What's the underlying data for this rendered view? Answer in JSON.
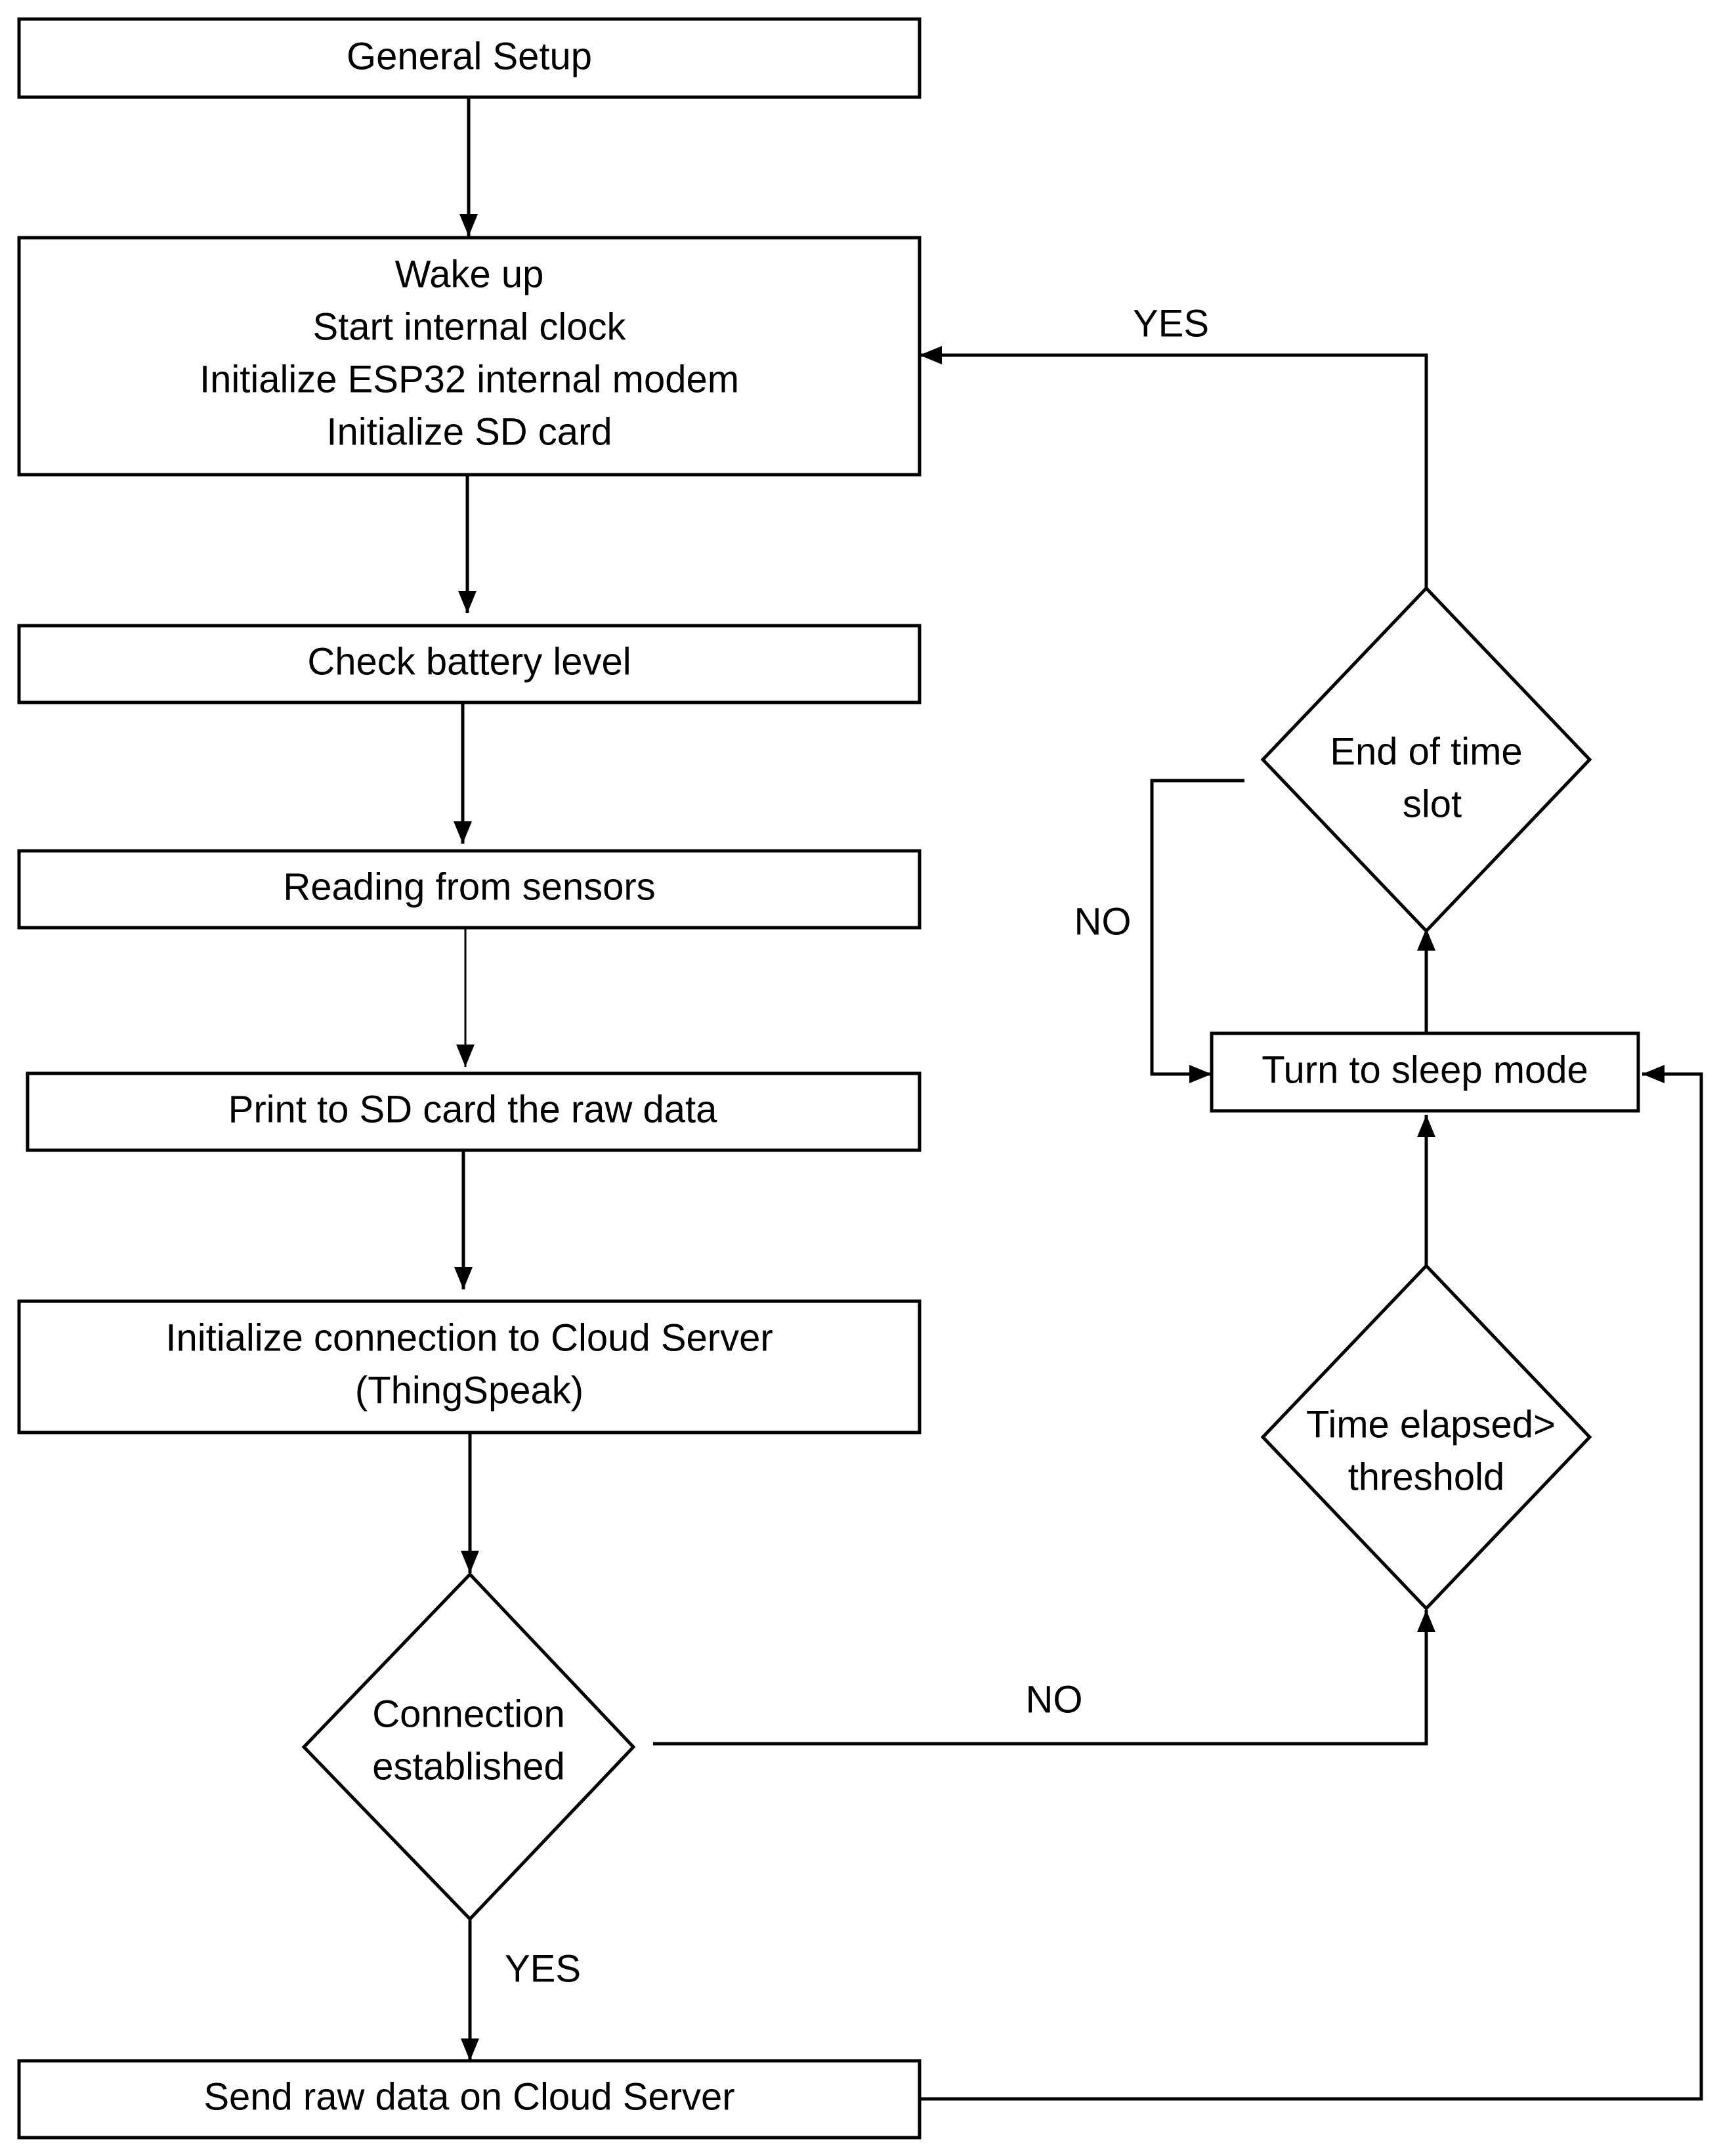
{
  "nodes": {
    "general_setup": {
      "label": "General Setup"
    },
    "wake_up": {
      "line1": "Wake up",
      "line2": "Start internal clock",
      "line3": "Initialize ESP32 internal modem",
      "line4": "Initialize SD card"
    },
    "check_battery": {
      "label": "Check battery level"
    },
    "reading_sensors": {
      "label": "Reading from sensors"
    },
    "print_sd": {
      "label": "Print to SD card the raw data"
    },
    "init_connection": {
      "line1": "Initialize connection to Cloud Server",
      "line2": "(ThingSpeak)"
    },
    "connection_established": {
      "line1": "Connection",
      "line2": "established"
    },
    "send_raw_data": {
      "label": "Send raw data on Cloud Server"
    },
    "turn_to_sleep": {
      "label": "Turn to sleep mode"
    },
    "end_of_time_slot": {
      "line1": "End of time",
      "line2": "slot"
    },
    "time_elapsed": {
      "line1": "Time elapsed>",
      "line2": "threshold"
    }
  },
  "edge_labels": {
    "end_yes": "YES",
    "end_no": "NO",
    "connection_no": "NO",
    "connection_yes": "YES"
  }
}
